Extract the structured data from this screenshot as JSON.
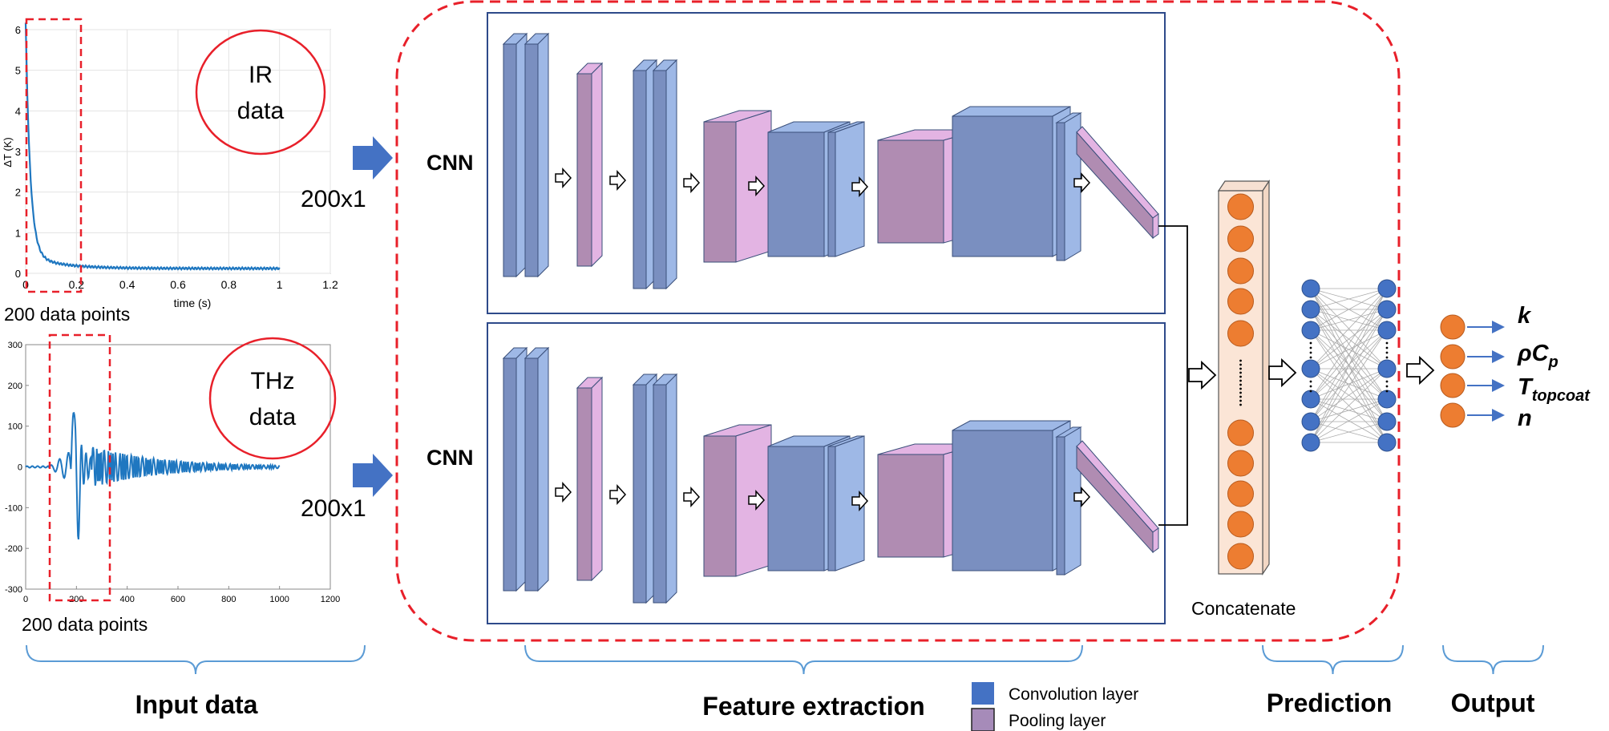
{
  "ir_plot": {
    "circle_label_line1": "IR",
    "circle_label_line2": "data",
    "y_axis_label": "ΔT (K)",
    "x_axis_label": "time (s)",
    "x_ticks": [
      "0",
      "0.2",
      "0.4",
      "0.6",
      "0.8",
      "1",
      "1.2"
    ],
    "y_ticks": [
      "0",
      "1",
      "2",
      "3",
      "4",
      "5",
      "6"
    ],
    "caption": "200 data points",
    "size_label": "200x1"
  },
  "thz_plot": {
    "circle_label_line1": "THz",
    "circle_label_line2": "data",
    "x_ticks": [
      "0",
      "200",
      "400",
      "600",
      "800",
      "1000",
      "1200"
    ],
    "y_ticks": [
      "-300",
      "-200",
      "-100",
      "0",
      "100",
      "200",
      "300"
    ],
    "caption": "200 data points",
    "size_label": "200x1"
  },
  "network": {
    "branch_top_label": "CNN",
    "branch_bottom_label": "CNN",
    "concatenate_label": "Concatenate"
  },
  "outputs": {
    "k": "k",
    "rho": "ρ",
    "cp": "C",
    "cp_sub": "p",
    "t": "T",
    "t_sub": "topcoat",
    "n": "n"
  },
  "sections": {
    "input": "Input data",
    "feature": "Feature extraction",
    "prediction": "Prediction",
    "output": "Output"
  },
  "legend": {
    "conv": "Convolution layer",
    "pool": "Pooling layer",
    "conv_color": "#4472c4",
    "pool_color": "#a68bb9"
  },
  "colors": {
    "dashed_red": "#e8202a",
    "plot_line": "#1f77c0",
    "conv_front": "#7a8fc0",
    "conv_side": "#9eb8e6",
    "pool_front": "#b08cb2",
    "pool_side": "#e3b4e3",
    "node_orange": "#ed7d31",
    "node_blue": "#4472c4",
    "box_border": "#2e4a8a",
    "brace": "#5b9bd5"
  }
}
